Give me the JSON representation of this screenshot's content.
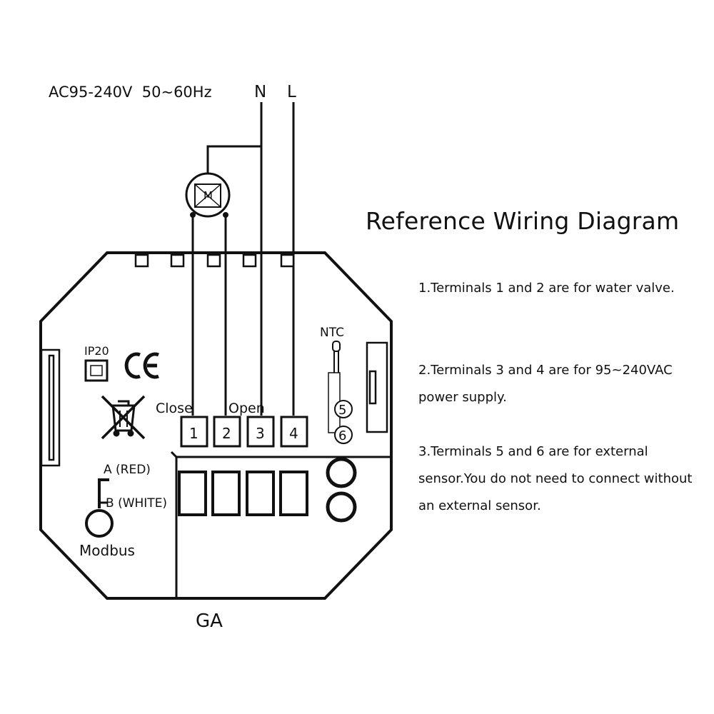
{
  "supply_label": "AC95-240V  50~60Hz",
  "n_label": "N",
  "l_label": "L",
  "motor_label": "M",
  "ip_label": "IP20",
  "ce_label": "CE",
  "close_label": "Close",
  "open_label": "Open",
  "terminals": [
    "1",
    "2",
    "3",
    "4"
  ],
  "ntc_label": "NTC",
  "ntc_terminals": [
    "5",
    "6"
  ],
  "a_label": "A (RED)",
  "b_label": "B (WHITE)",
  "modbus_label": "Modbus",
  "model_label": "GA",
  "title": "Reference Wiring Diagram",
  "notes": [
    "1.Terminals 1 and 2 are for water valve.",
    "2.Terminals 3 and 4 are for 95~240VAC power supply.",
    "3.Terminals 5 and 6 are for external sensor.You do not need to connect without an external sensor."
  ]
}
